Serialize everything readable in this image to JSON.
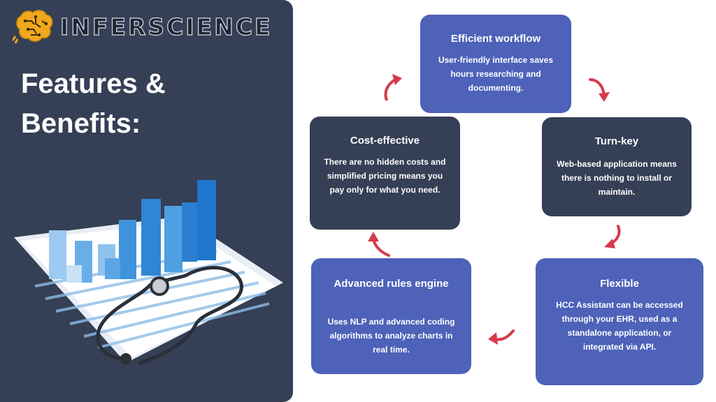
{
  "brand": {
    "name": "INFERSCIENCE",
    "logo_icon": "brain-circuit-icon",
    "colors": {
      "logo_gold": "#f0a81c",
      "panel": "#353f55",
      "blue_card": "#4d62b8",
      "arrow": "#d63a4a"
    }
  },
  "headline": {
    "line1": "Features &",
    "line2": "Benefits:"
  },
  "illustration": {
    "icon": "bar-chart-stethoscope-illustration"
  },
  "cards": {
    "efficient": {
      "title": "Efficient workflow",
      "desc": [
        "User-friendly interface saves",
        "hours researching and",
        "documenting."
      ]
    },
    "turnkey": {
      "title": "Turn-key",
      "desc": [
        "Web-based application means",
        "there is nothing to install or",
        "maintain."
      ]
    },
    "flexible": {
      "title": "Flexible",
      "desc": [
        "HCC Assistant can be accessed",
        "through your EHR, used as a",
        "standalone application, or",
        "integrated via API."
      ]
    },
    "rules": {
      "title": "Advanced rules engine",
      "desc": [
        "Uses NLP and advanced coding",
        "algorithms to analyze charts in",
        "real time."
      ]
    },
    "cost": {
      "title": "Cost-effective",
      "desc": [
        "There are no hidden costs and",
        "simplified pricing means you",
        "pay only for what you need."
      ]
    }
  },
  "arrows": {
    "icon": "curved-arrow-icon",
    "count": 5
  }
}
